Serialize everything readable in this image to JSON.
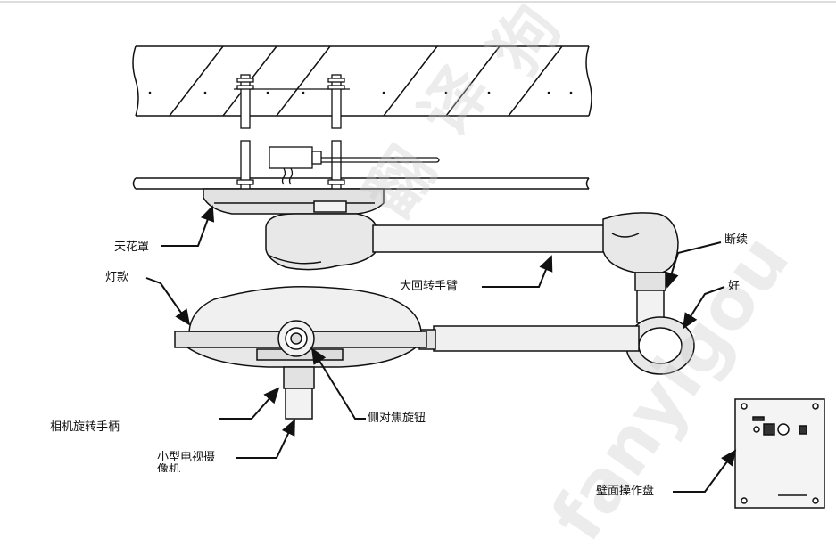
{
  "labels": {
    "ceiling_cover": "天花罩",
    "lamp_model": "灯款",
    "large_rotating_arm": "大回转手臂",
    "break_continue": "断续",
    "good": "好",
    "camera_handle": "相机旋转手柄",
    "side_focus_knob": "侧对焦旋钮",
    "small_tv_camera_line1": "小型电视摄",
    "small_tv_camera_line2": "像机",
    "wall_panel": "壁面操作盘"
  },
  "watermark": {
    "chars": [
      "翻",
      "译",
      "狗"
    ],
    "latin": "fanyigou"
  },
  "colors": {
    "line": "#111111",
    "fill_light": "#f2f2f2",
    "fill_mid": "#e2e2e2",
    "fill_dark": "#cfcfcf",
    "watermark": "#c8c8c8"
  }
}
